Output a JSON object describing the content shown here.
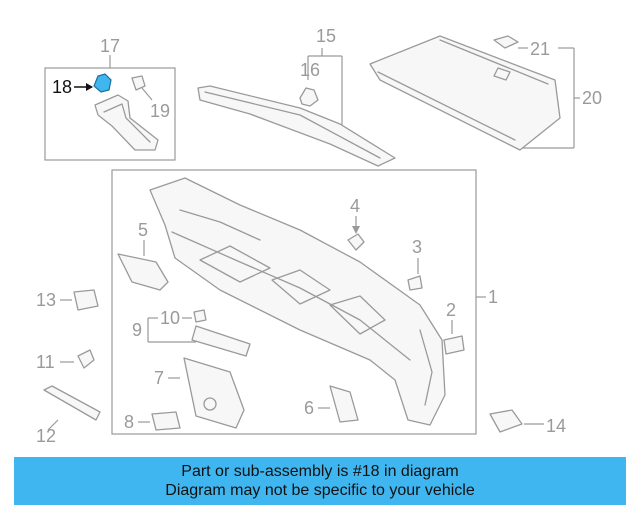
{
  "diagram": {
    "highlight_color": "#3fb6ef",
    "callouts": [
      {
        "id": "17",
        "label": "17"
      },
      {
        "id": "18",
        "label": "18",
        "highlighted": true
      },
      {
        "id": "19",
        "label": "19"
      },
      {
        "id": "15",
        "label": "15"
      },
      {
        "id": "16",
        "label": "16"
      },
      {
        "id": "21",
        "label": "21"
      },
      {
        "id": "20",
        "label": "20"
      },
      {
        "id": "5",
        "label": "5"
      },
      {
        "id": "4",
        "label": "4"
      },
      {
        "id": "3",
        "label": "3"
      },
      {
        "id": "2",
        "label": "2"
      },
      {
        "id": "1",
        "label": "1"
      },
      {
        "id": "13",
        "label": "13"
      },
      {
        "id": "9",
        "label": "9"
      },
      {
        "id": "10",
        "label": "10"
      },
      {
        "id": "11",
        "label": "11"
      },
      {
        "id": "7",
        "label": "7"
      },
      {
        "id": "6",
        "label": "6"
      },
      {
        "id": "8",
        "label": "8"
      },
      {
        "id": "12",
        "label": "12"
      },
      {
        "id": "14",
        "label": "14"
      }
    ]
  },
  "banner": {
    "line1": "Part or sub-assembly is #18 in diagram",
    "line2": "Diagram may not be specific to your vehicle",
    "color": "#3fb6ef"
  }
}
